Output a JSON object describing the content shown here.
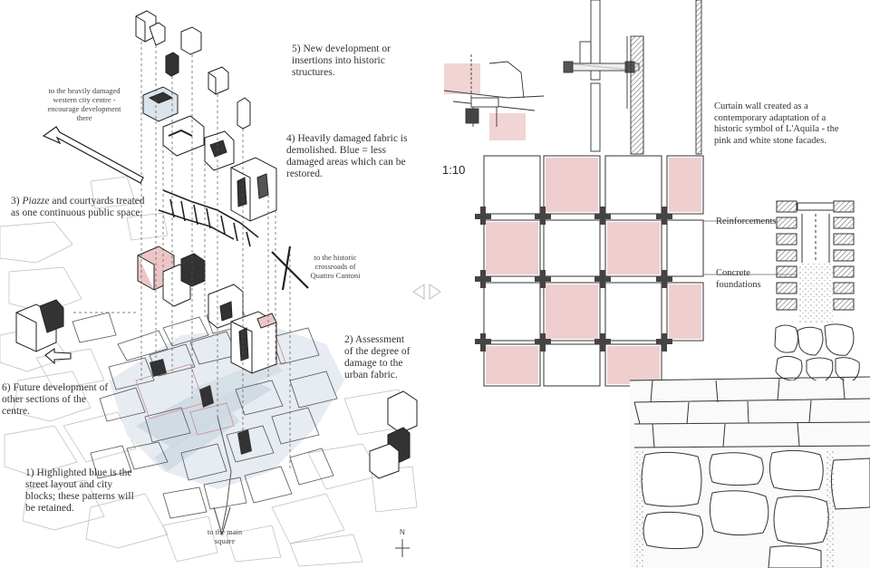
{
  "labels": {
    "new_development": "5) New development or insertions into historic structures.",
    "demolished": "4) Heavily damaged fabric is demolished. Blue = less damaged areas which can be restored.",
    "piazze_italic": "Piazze",
    "piazze_prefix": "3)",
    "piazze_rest": "and courtyards treated as one continuous public space.",
    "assessment": "2) Assessment of the degree of damage to the urban fabric.",
    "future": "6) Future development of other sections of the centre.",
    "highlighted": "1) Highlighted blue is the street layout and city blocks; these patterns will be retained.",
    "western_centre": "to the heavily damaged western city centre - encourage development there",
    "crossroads": "to the historic crossroads of Quattro Cantoni",
    "main_square": "to the main square"
  },
  "detail": {
    "scale": "1:10",
    "curtain_wall": "Curtain wall created as a contemporary adaptation of a historic symbol of L'Aquila - the pink and white stone facades.",
    "reinforcements": "Reinforcements",
    "concrete": "Concrete foundations"
  },
  "north": "N",
  "colors": {
    "pink": "#ecc6c6",
    "blue": "#cdd9e2",
    "ink": "#333333"
  }
}
